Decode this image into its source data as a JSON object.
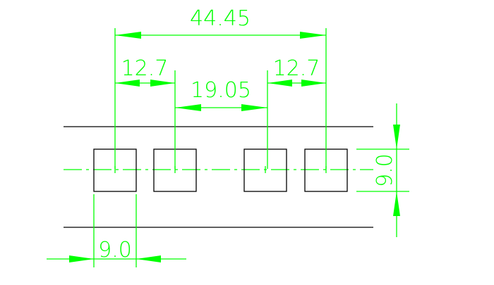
{
  "drawing": {
    "dimensions": {
      "total": "44.45",
      "left_offset": "12.7",
      "right_offset": "12.7",
      "middle_gap": "19.05",
      "pad_height": "9.0",
      "pad_width": "9.0"
    },
    "colors": {
      "dimension": "#00ff00",
      "geometry": "#000000",
      "background": "#ffffff"
    }
  }
}
